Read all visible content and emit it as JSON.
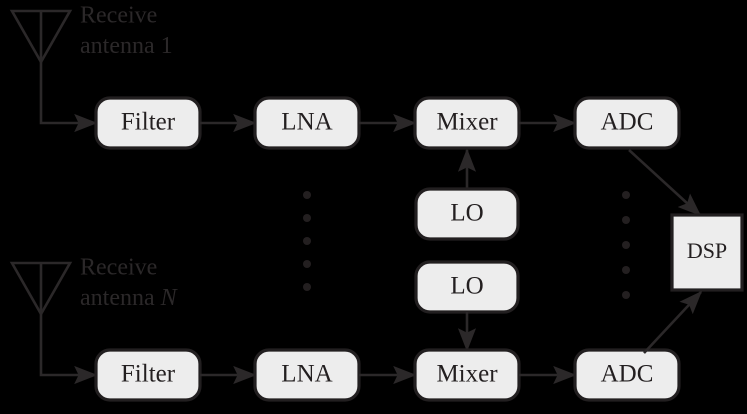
{
  "figure": {
    "title": "Receiver array front-end block diagram",
    "background_color": "#000000",
    "block_fill": "#ededed",
    "block_stroke": "#221f20",
    "wire_color": "#2b2829",
    "text_color": "#231f20"
  },
  "antennas": [
    {
      "id": "antenna-1",
      "label_line1": "Receive",
      "label_line2_prefix": "antenna",
      "label_index": "1",
      "index_italic": false
    },
    {
      "id": "antenna-n",
      "label_line1": "Receive",
      "label_line2_prefix": "antenna",
      "label_index": "N",
      "index_italic": true
    }
  ],
  "chains": [
    {
      "id": "chain-top",
      "blocks": [
        {
          "id": "filter-top",
          "label": "Filter"
        },
        {
          "id": "lna-top",
          "label": "LNA"
        },
        {
          "id": "mixer-top",
          "label": "Mixer"
        },
        {
          "id": "adc-top",
          "label": "ADC"
        }
      ]
    },
    {
      "id": "chain-bottom",
      "blocks": [
        {
          "id": "filter-bottom",
          "label": "Filter"
        },
        {
          "id": "lna-bottom",
          "label": "LNA"
        },
        {
          "id": "mixer-bottom",
          "label": "Mixer"
        },
        {
          "id": "adc-bottom",
          "label": "ADC"
        }
      ]
    }
  ],
  "oscillators": [
    {
      "id": "lo-top",
      "label": "LO",
      "feeds": "mixer-top",
      "arrow_direction": "up"
    },
    {
      "id": "lo-bottom",
      "label": "LO",
      "feeds": "mixer-bottom",
      "arrow_direction": "down"
    }
  ],
  "processor": {
    "id": "dsp",
    "label": "DSP",
    "shape": "square"
  },
  "ellipses": [
    {
      "id": "ellipsis-middle-column",
      "dot_count": 5
    },
    {
      "id": "ellipsis-right-column",
      "dot_count": 5
    }
  ]
}
